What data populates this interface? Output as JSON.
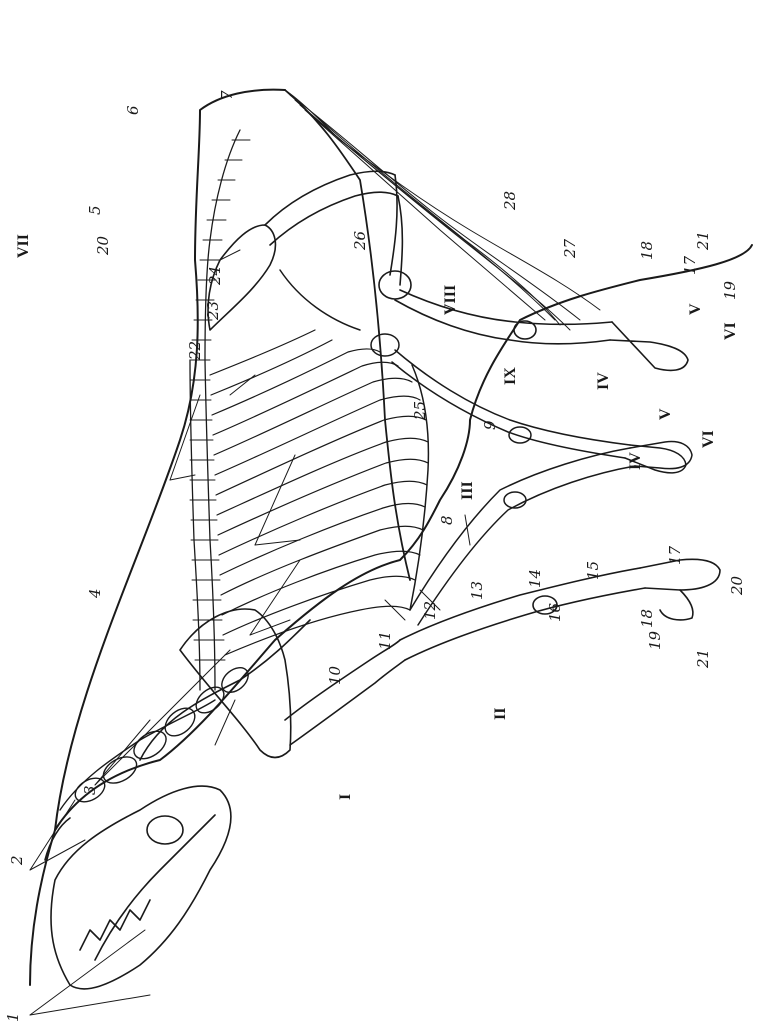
{
  "figure": {
    "kind": "engraving",
    "subject": "horse skeleton within body outline",
    "orientation": "rotated 90 degrees, head at lower-left, tail at upper-right",
    "ink_color": "#1a1a1a",
    "paper_color": "#ffffff"
  },
  "labels": {
    "n1": "1",
    "n2": "2",
    "n3": "3",
    "n4": "4",
    "n5": "5",
    "n6": "6",
    "n7": "7",
    "n8": "8",
    "n9": "9",
    "n10": "10",
    "n11": "11",
    "n12": "12",
    "n13": "13",
    "n14": "14",
    "n15": "15",
    "n16": "16",
    "n17a": "17",
    "n17b": "17",
    "n18a": "18",
    "n18b": "18",
    "n19a": "19",
    "n19b": "19",
    "n20a": "20",
    "n20b": "20",
    "n21a": "21",
    "n21b": "21",
    "n22": "22",
    "n23": "23",
    "n24": "24",
    "n25": "25",
    "n26": "26",
    "n27": "27",
    "n28": "28",
    "rI": "I",
    "rII": "II",
    "rIII": "III",
    "rIVa": "IV",
    "rIVb": "IV",
    "rVa": "V",
    "rVb": "V",
    "rVIa": "VI",
    "rVIb": "VI",
    "rVII": "VII",
    "rVIII": "VIII",
    "rIX": "IX"
  }
}
